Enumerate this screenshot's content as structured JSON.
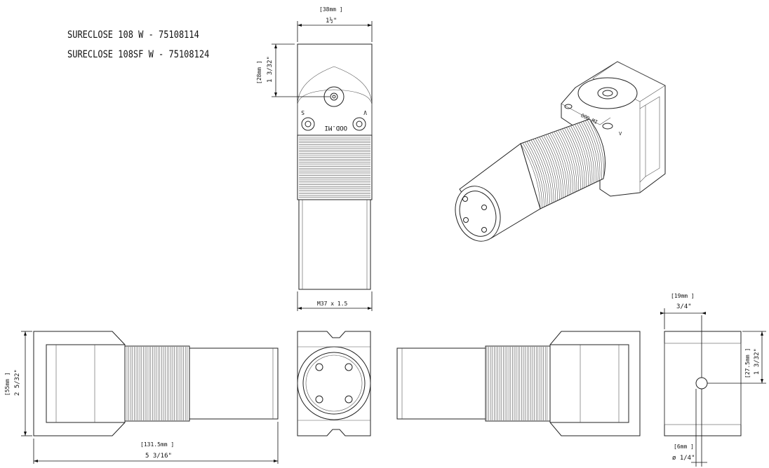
{
  "titles": {
    "line1": "SURECLOSE 108 W - 75108114",
    "line2": "SURECLOSE 108SF W - 75108124"
  },
  "dimensions": {
    "top_width_mm": "[38mm ]",
    "top_width_in": "1½\"",
    "top_height_mm": "[28mm ]",
    "top_height_in": "1 3/32\"",
    "thread": "M37 x 1.5",
    "side_height_mm": "[55mm ]",
    "side_height_in": "2 5/32\"",
    "length_mm": "[131.5mm ]",
    "length_in": "5 3/16\"",
    "end_width_mm": "[19mm ]",
    "end_width_in": "3/4\"",
    "end_height_mm": "[27.5mm ]",
    "end_height_in": "1 3/32\"",
    "pin_mm": "[6mm ]",
    "pin_in": "ø 1/4\""
  },
  "labels": {
    "brand": "OOD.MI",
    "mark_s": "S",
    "mark_v": "V"
  }
}
